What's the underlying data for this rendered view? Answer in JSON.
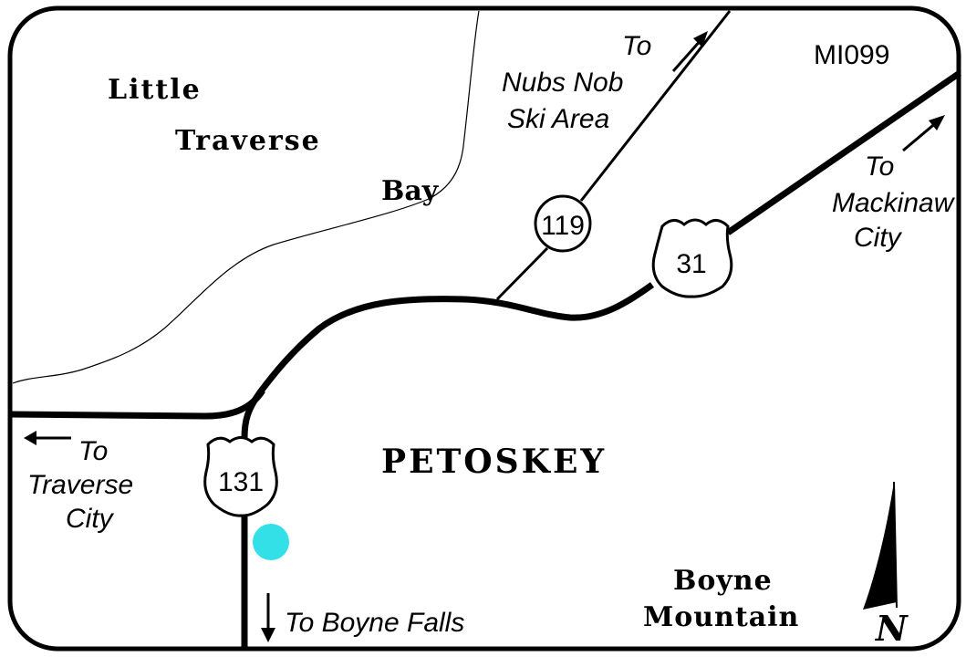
{
  "map_code": "MI099",
  "water": {
    "line1": "Little",
    "line2": "Traverse",
    "line3": "Bay"
  },
  "city": {
    "name": "PETOSKEY"
  },
  "routes": {
    "m119": "119",
    "us31": "31",
    "us131": "131"
  },
  "destinations": {
    "nubs_nob": {
      "line1": "To",
      "line2": "Nubs Nob",
      "line3": "Ski Area"
    },
    "mackinaw": {
      "line1": "To",
      "line2": "Mackinaw",
      "line3": "City"
    },
    "traverse_city": {
      "line1": "To",
      "line2": "Traverse",
      "line3": "City"
    },
    "boyne_falls": {
      "line1": "To Boyne Falls"
    }
  },
  "landmark": {
    "line1": "Boyne",
    "line2": "Mountain"
  },
  "compass": {
    "label": "N"
  },
  "colors": {
    "location_marker": "#33e0e8",
    "border": "#000000",
    "road": "#000000"
  }
}
